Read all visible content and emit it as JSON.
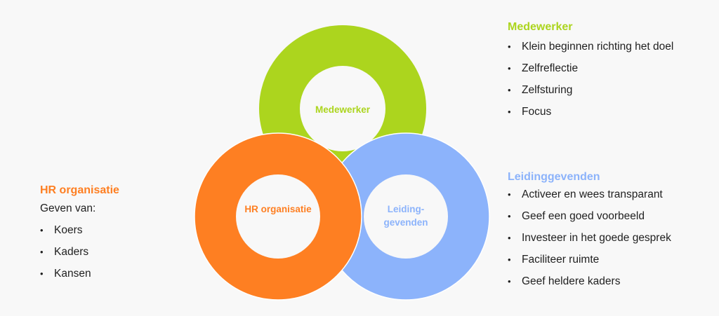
{
  "colors": {
    "medewerker": "#acd51e",
    "hr": "#fe7f22",
    "leiding": "#8cb3fb",
    "background": "#f8f8f8",
    "text": "#1f1f1f"
  },
  "rings": {
    "medewerker": {
      "label": "Medewerker"
    },
    "hr": {
      "label": "HR organisatie"
    },
    "leiding": {
      "label_line1": "Leiding-",
      "label_line2": "gevenden"
    }
  },
  "medewerker_panel": {
    "title": "Medewerker",
    "bullet": "•",
    "items": [
      "Klein beginnen richting het doel",
      "Zelfreflectie",
      "Zelfsturing",
      "Focus"
    ]
  },
  "leiding_panel": {
    "title": "Leidinggevenden",
    "bullet": "•",
    "items": [
      "Activeer en wees transparant",
      "Geef een goed voorbeeld",
      "Investeer in het goede gesprek",
      "Faciliteer ruimte",
      "Geef heldere kaders"
    ]
  },
  "hr_panel": {
    "title": "HR organisatie",
    "intro": "Geven van:",
    "bullet": "•",
    "items": [
      "Koers",
      "Kaders",
      "Kansen"
    ]
  }
}
